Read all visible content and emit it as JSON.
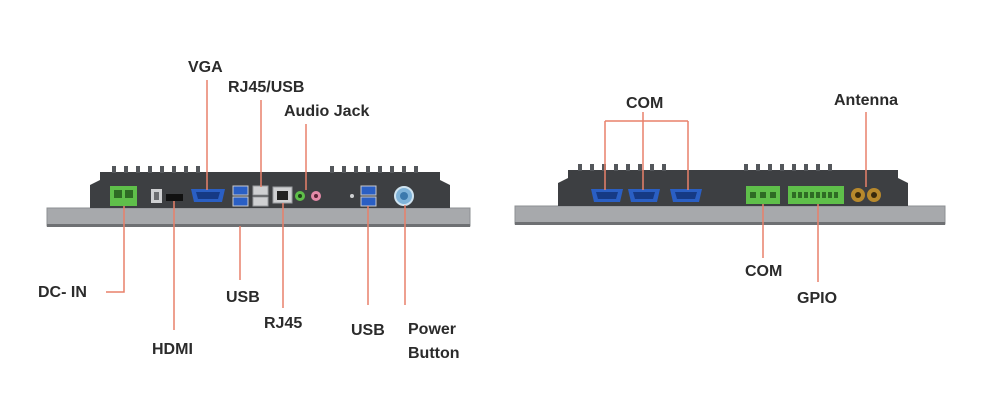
{
  "labels": {
    "vga": "VGA",
    "rj45_usb": "RJ45/USB",
    "audio_jack": "Audio Jack",
    "dc_in": "DC- IN",
    "hdmi": "HDMI",
    "usb_left": "USB",
    "rj45": "RJ45",
    "usb_right": "USB",
    "power_button_line1": "Power",
    "power_button_line2": "Button",
    "com_top": "COM",
    "antenna": "Antenna",
    "com_bottom": "COM",
    "gpio": "GPIO"
  },
  "colors": {
    "leader_line": "#e8806a",
    "chassis": "#3d3f42",
    "bezel": "#a7a9ac",
    "green_connector": "#5fbf4a",
    "blue_port": "#2a5fc4",
    "gold_port": "#b8892c"
  }
}
